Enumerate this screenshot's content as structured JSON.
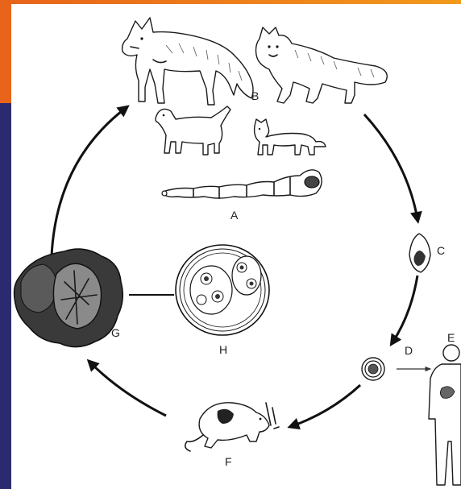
{
  "labels": {
    "a": "A",
    "b": "B",
    "c": "C",
    "d": "D",
    "e": "E",
    "f": "F",
    "g": "G",
    "h": "H"
  },
  "colors": {
    "accent_orange": "#e8641a",
    "accent_navy": "#2b2a6e",
    "ink": "#1a1a1a"
  }
}
